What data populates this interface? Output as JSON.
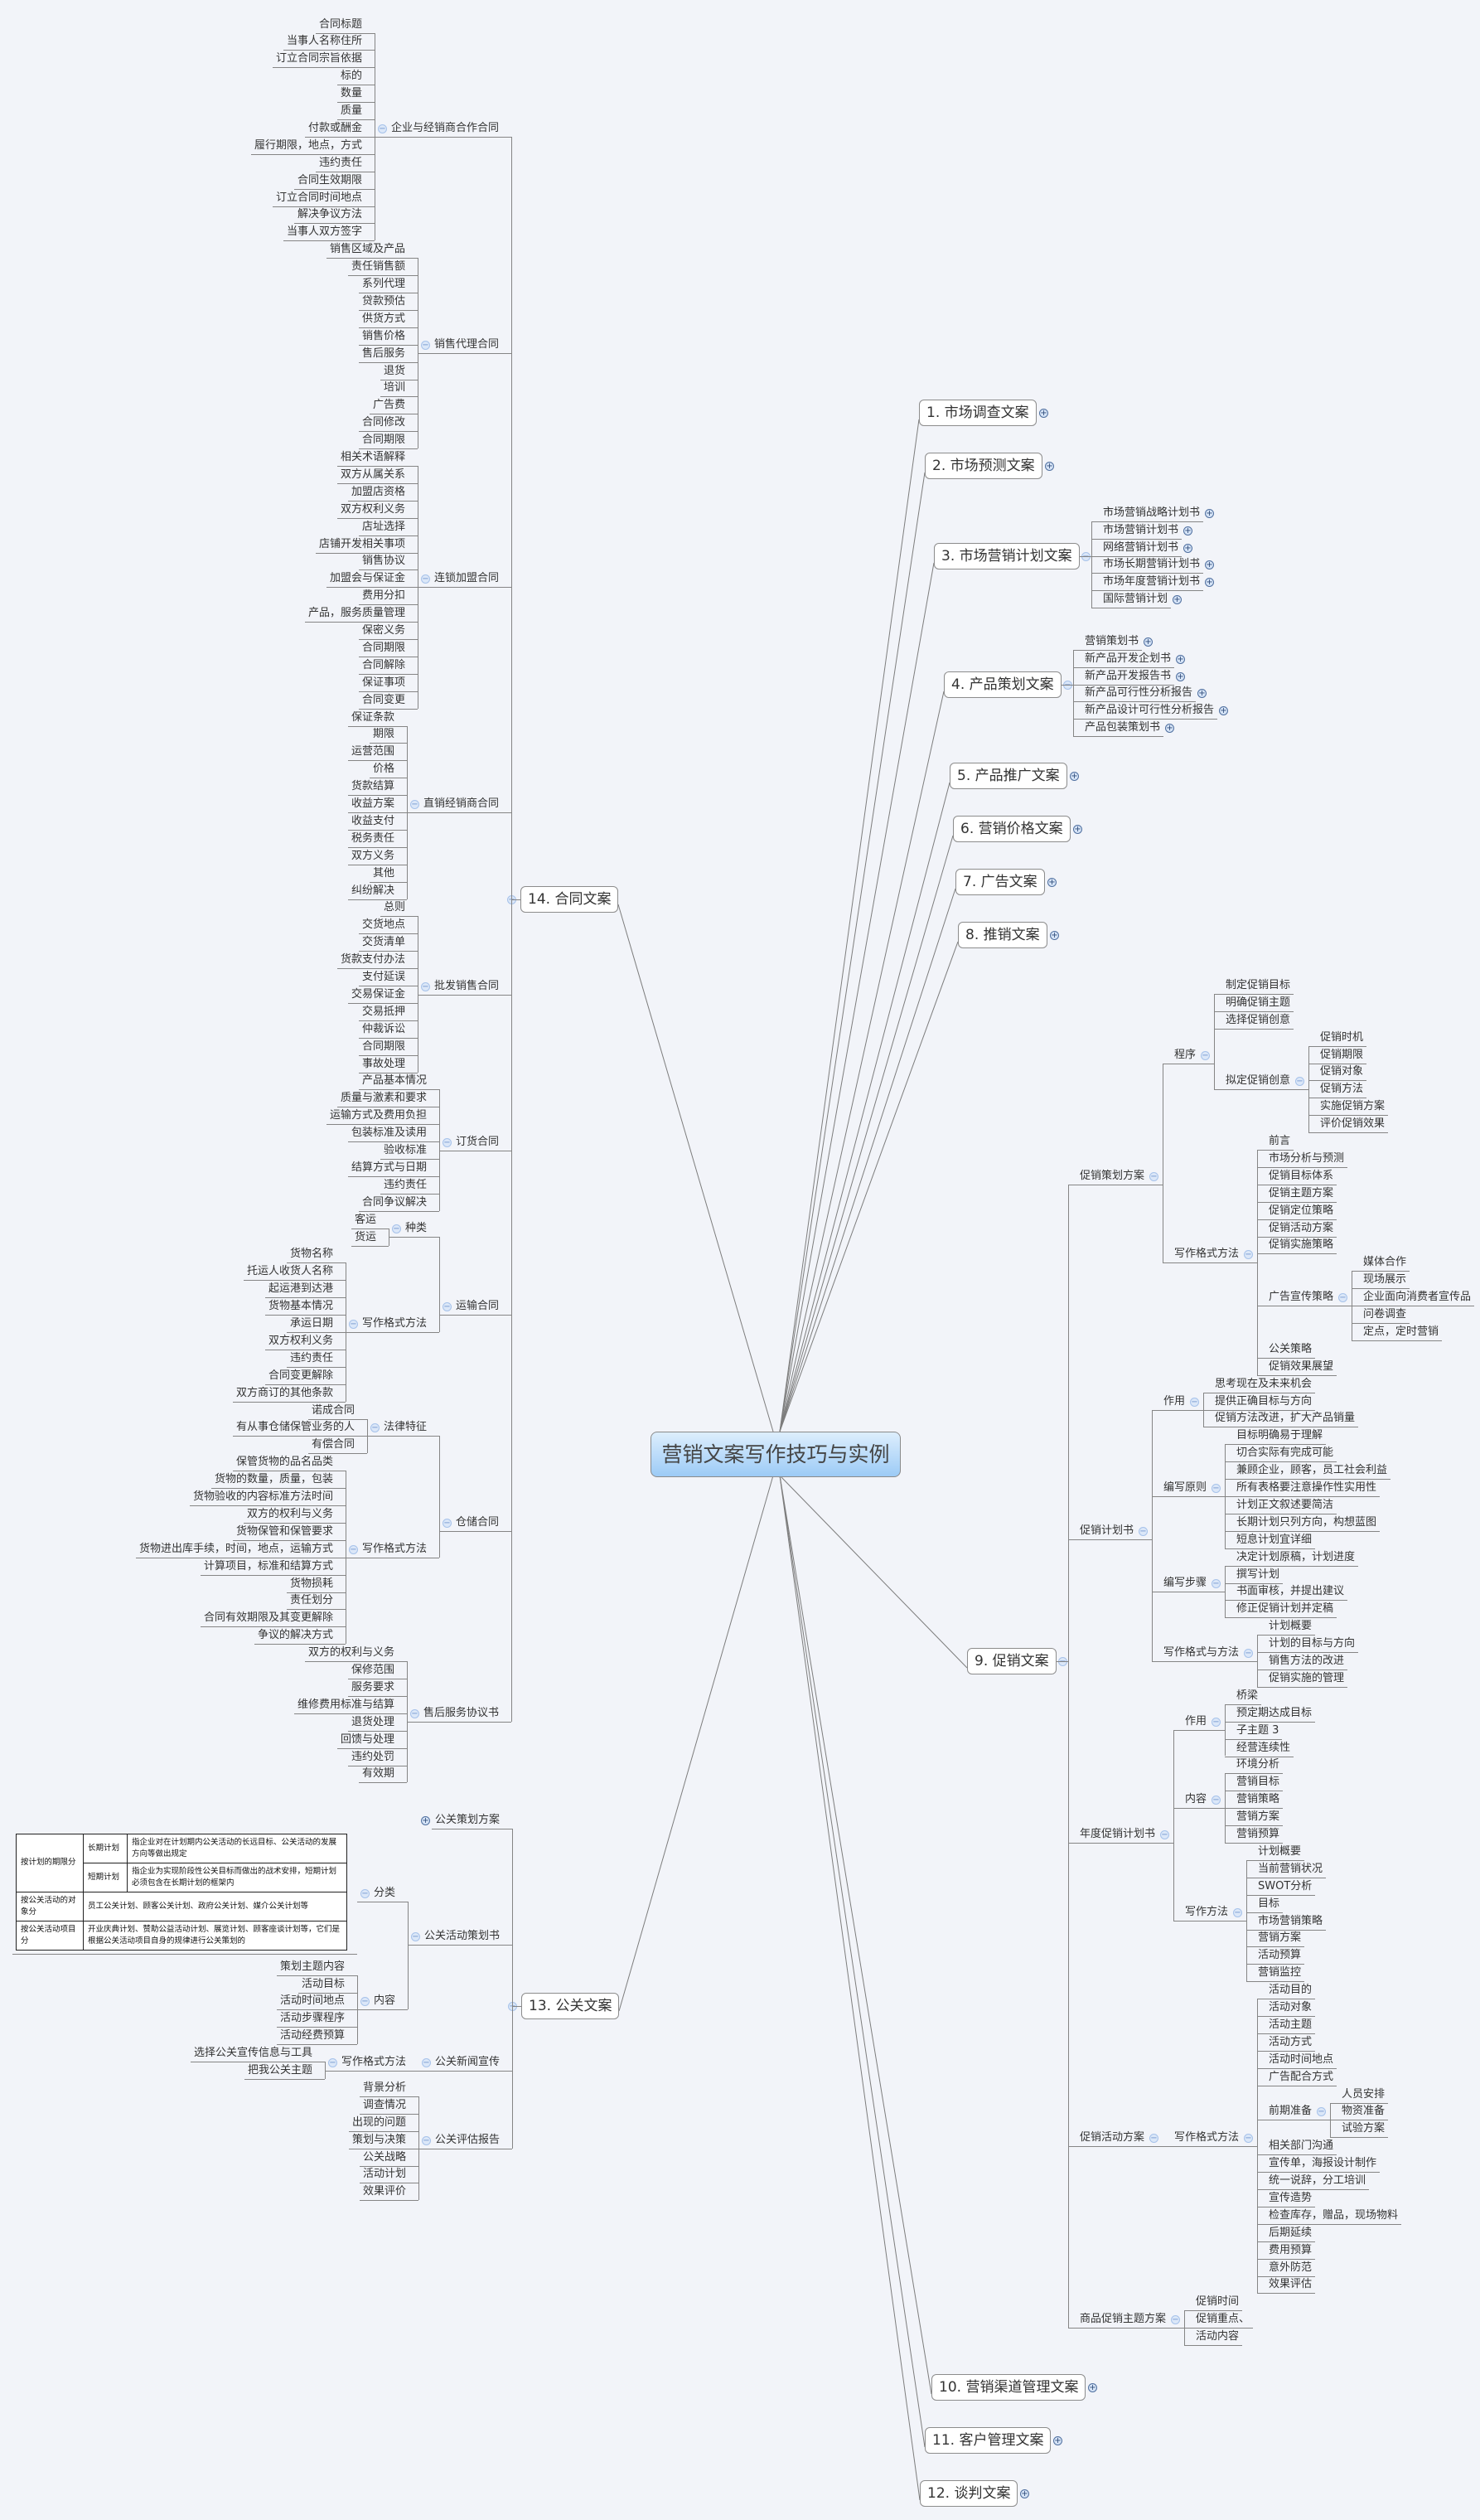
{
  "title": "营销文案写作技巧与实例",
  "right": [
    {
      "label": "1. 市场调查文案",
      "collapsed": true
    },
    {
      "label": "2. 市场预测文案",
      "collapsed": true
    },
    {
      "label": "3. 市场营销计划文案",
      "children": [
        {
          "label": "市场营销战略计划书",
          "collapsed": true
        },
        {
          "label": "市场营销计划书",
          "collapsed": true
        },
        {
          "label": "网络营销计划书",
          "collapsed": true
        },
        {
          "label": "市场长期营销计划书",
          "collapsed": true
        },
        {
          "label": "市场年度营销计划书",
          "collapsed": true
        },
        {
          "label": "国际营销计划",
          "collapsed": true
        }
      ]
    },
    {
      "label": "4. 产品策划文案",
      "children": [
        {
          "label": "营销策划书",
          "collapsed": true
        },
        {
          "label": "新产品开发企划书",
          "collapsed": true
        },
        {
          "label": "新产品开发报告书",
          "collapsed": true
        },
        {
          "label": "新产品可行性分析报告",
          "collapsed": true
        },
        {
          "label": "新产品设计可行性分析报告",
          "collapsed": true
        },
        {
          "label": "产品包装策划书",
          "collapsed": true
        }
      ]
    },
    {
      "label": "5. 产品推广文案",
      "collapsed": true
    },
    {
      "label": "6. 营销价格文案",
      "collapsed": true
    },
    {
      "label": "7. 广告文案",
      "collapsed": true
    },
    {
      "label": "8. 推销文案",
      "collapsed": true
    },
    {
      "label": "9. 促销文案",
      "children": [
        {
          "label": "促销策划方案",
          "children": [
            {
              "label": "程序",
              "children": [
                "制定促销目标",
                "明确促销主题",
                "选择促销创意",
                {
                  "label": "拟定促销创意",
                  "children": [
                    "促销时机",
                    "促销期限",
                    "促销对象",
                    "促销方法",
                    "实施促销方案",
                    "评价促销效果"
                  ]
                }
              ]
            },
            {
              "label": "写作格式方法",
              "children": [
                "前言",
                "市场分析与预测",
                "促销目标体系",
                "促销主题方案",
                "促销定位策略",
                "促销活动方案",
                "促销实施策略",
                {
                  "label": "广告宣传策略",
                  "children": [
                    "媒体合作",
                    "现场展示",
                    "企业面向消费者宣传品",
                    "问卷调查",
                    "定点，定时营销"
                  ]
                },
                "公关策略",
                "促销效果展望"
              ]
            }
          ]
        },
        {
          "label": "促销计划书",
          "children": [
            {
              "label": "作用",
              "children": [
                "思考现在及未来机会",
                "提供正确目标与方向",
                "促销方法改进，扩大产品销量"
              ]
            },
            {
              "label": "编写原则",
              "children": [
                "目标明确易于理解",
                "切合实际有完成可能",
                "兼顾企业，顾客，员工社会利益",
                "所有表格要注意操作性实用性",
                "计划正文叙述要简洁",
                "长期计划只列方向，构想蓝图",
                "短息计划宜详细"
              ]
            },
            {
              "label": "编写步骤",
              "children": [
                "决定计划原稿，计划进度",
                "撰写计划",
                "书面审核，并提出建议",
                "修正促销计划并定稿"
              ]
            },
            {
              "label": "写作格式与方法",
              "children": [
                "计划概要",
                "计划的目标与方向",
                "销售方法的改进",
                "促销实施的管理"
              ]
            }
          ]
        },
        {
          "label": "年度促销计划书",
          "children": [
            {
              "label": "作用",
              "children": [
                "桥梁",
                "预定期达成目标",
                "子主题 3",
                "经营连续性"
              ]
            },
            {
              "label": "内容",
              "children": [
                "环境分析",
                "营销目标",
                "营销策略",
                "营销方案",
                "营销预算"
              ]
            },
            {
              "label": "写作方法",
              "children": [
                "计划概要",
                "当前营销状况",
                "SWOT分析",
                "目标",
                "市场营销策略",
                "营销方案",
                "活动预算",
                "营销监控"
              ]
            }
          ]
        },
        {
          "label": "促销活动方案",
          "children": [
            {
              "label": "写作格式方法",
              "children": [
                "活动目的",
                "活动对象",
                "活动主题",
                "活动方式",
                "活动时间地点",
                "广告配合方式",
                {
                  "label": "前期准备",
                  "children": [
                    "人员安排",
                    "物资准备",
                    "试验方案"
                  ]
                },
                "相关部门沟通",
                "宣传单，海报设计制作",
                "统一说辞，分工培训",
                "宣传造势",
                "检查库存，赠品，现场物料",
                "后期延续",
                "费用预算",
                "意外防范",
                "效果评估"
              ]
            }
          ]
        },
        {
          "label": "商品促销主题方案",
          "children": [
            "促销时间",
            "促销重点、",
            "活动内容"
          ]
        }
      ]
    },
    {
      "label": "10. 营销渠道管理文案",
      "collapsed": true
    },
    {
      "label": "11. 客户管理文案",
      "collapsed": true
    },
    {
      "label": "12. 谈判文案",
      "collapsed": true
    }
  ],
  "left": [
    {
      "label": "14. 合同文案",
      "children": [
        {
          "label": "企业与经销商合作合同",
          "children": [
            "合同标题",
            "当事人名称住所",
            "订立合同宗旨依据",
            "标的",
            "数量",
            "质量",
            "付款或酬金",
            "履行期限，地点，方式",
            "违约责任",
            "合同生效期限",
            "订立合同时间地点",
            "解决争议方法",
            "当事人双方签字"
          ]
        },
        {
          "label": "销售代理合同",
          "children": [
            "销售区域及产品",
            "责任销售额",
            "系列代理",
            "贷款预估",
            "供货方式",
            "销售价格",
            "售后服务",
            "退货",
            "培训",
            "广告费",
            "合同修改",
            "合同期限"
          ]
        },
        {
          "label": "连锁加盟合同",
          "children": [
            "相关术语解释",
            "双方从属关系",
            "加盟店资格",
            "双方权利义务",
            "店址选择",
            "店铺开发相关事项",
            "销售协议",
            "加盟会与保证金",
            "费用分扣",
            "产品，服务质量管理",
            "保密义务",
            "合同期限",
            "合同解除",
            "保证事项",
            "合同变更"
          ]
        },
        {
          "label": "直销经销商合同",
          "children": [
            "保证条款",
            "期限",
            "运营范围",
            "价格",
            "货款结算",
            "收益方案",
            "收益支付",
            "税务责任",
            "双方义务",
            "其他",
            "纠纷解决"
          ]
        },
        {
          "label": "批发销售合同",
          "children": [
            "总则",
            "交货地点",
            "交货清单",
            "货款支付办法",
            "支付延误",
            "交易保证金",
            "交易抵押",
            "仲裁诉讼",
            "合同期限",
            "事故处理"
          ]
        },
        {
          "label": "订货合同",
          "children": [
            "产品基本情况",
            "质量与激素和要求",
            "运输方式及费用负担",
            "包装标准及读用",
            "验收标准",
            "结算方式与日期",
            "违约责任",
            "合同争议解决"
          ]
        },
        {
          "label": "运输合同",
          "children": [
            {
              "label": "种类",
              "children": [
                "客运",
                "货运"
              ]
            },
            {
              "label": "写作格式方法",
              "children": [
                "货物名称",
                "托运人收货人名称",
                "起运港到达港",
                "货物基本情况",
                "承运日期",
                "双方权利义务",
                "违约责任",
                "合同变更解除",
                "双方商订的其他条款"
              ]
            }
          ]
        },
        {
          "label": "仓储合同",
          "children": [
            {
              "label": "法律特征",
              "children": [
                "诺成合同",
                "有从事仓储保管业务的人",
                "有偿合同"
              ]
            },
            {
              "label": "写作格式方法",
              "children": [
                "保管货物的品名品类",
                "货物的数量，质量，包装",
                "货物验收的内容标准方法时间",
                "双方的权利与义务",
                "货物保管和保管要求",
                "货物进出库手续，时间，地点，运输方式",
                "计算项目，标准和结算方式",
                "货物损耗",
                "责任划分",
                "合同有效期限及其变更解除",
                "争议的解决方式"
              ]
            }
          ]
        },
        {
          "label": "售后服务协议书",
          "children": [
            "双方的权利与义务",
            "保修范围",
            "服务要求",
            "维修费用标准与结算",
            "退货处理",
            "回馈与处理",
            "违约处罚",
            "有效期"
          ]
        }
      ]
    },
    {
      "label": "13. 公关文案",
      "children": [
        {
          "label": "公关策划方案",
          "collapsed": true
        },
        {
          "label": "公关活动策划书",
          "children": [
            {
              "label": "分类",
              "children": [
                {
                  "table": {
                    "groups": [
                      {
                        "category": "按计划的期限分",
                        "items": [
                          {
                            "sub": "长期计划",
                            "desc": "指企业对在计划期内公关活动的长远目标、公关活动的发展方向等做出规定"
                          },
                          {
                            "sub": "短期计划",
                            "desc": "指企业为实现阶段性公关目标而做出的战术安排，短期计划必须包含在长期计划的框架内"
                          }
                        ]
                      },
                      {
                        "category": "按公关活动的对象分",
                        "desc": "员工公关计划、顾客公关计划、政府公关计划、媒介公关计划等"
                      },
                      {
                        "category": "按公关活动项目分",
                        "desc": "开业庆典计划、赞助公益活动计划、展览计划、顾客座谈计划等，它们是根据公关活动项目自身的规律进行公关策划的"
                      }
                    ]
                  }
                }
              ]
            },
            {
              "label": "内容",
              "children": [
                "策划主题内容",
                "活动目标",
                "活动时间地点",
                "活动步骤程序",
                "活动经费预算"
              ]
            }
          ]
        },
        {
          "label": "公关新闻宣传",
          "children": [
            {
              "label": "写作格式方法",
              "children": [
                "选择公关宣传信息与工具",
                "把我公关主题"
              ]
            }
          ]
        },
        {
          "label": "公关评估报告",
          "children": [
            "背景分析",
            "调查情况",
            "出现的问题",
            "策划与决策",
            "公关战略",
            "活动计划",
            "效果评价"
          ]
        }
      ]
    }
  ]
}
